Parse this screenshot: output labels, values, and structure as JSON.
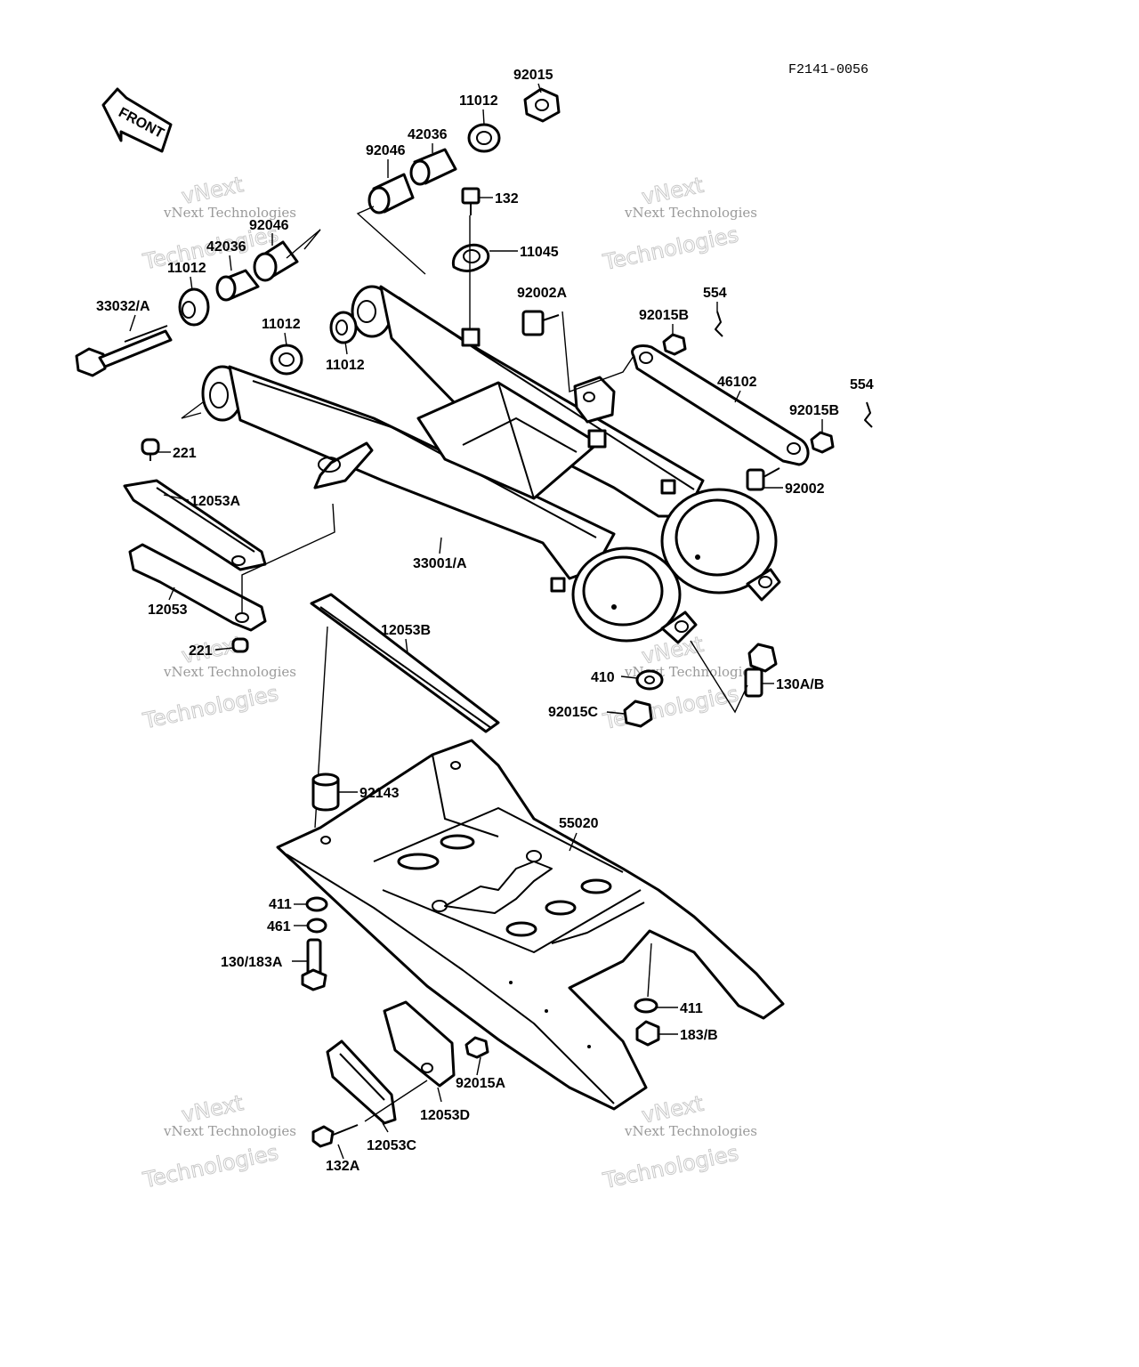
{
  "document_id": "F2141-0056",
  "direction_arrow": {
    "label": "FRONT",
    "icon": "front-arrow-icon"
  },
  "watermark": {
    "line1": "vNext Technologies",
    "line2": "Technologies",
    "line0": "vNext"
  },
  "callouts": [
    {
      "id": "c01",
      "text": "92015"
    },
    {
      "id": "c02",
      "text": "11012"
    },
    {
      "id": "c03",
      "text": "42036"
    },
    {
      "id": "c04",
      "text": "92046"
    },
    {
      "id": "c05",
      "text": "132"
    },
    {
      "id": "c06",
      "text": "92046"
    },
    {
      "id": "c07",
      "text": "42036"
    },
    {
      "id": "c08",
      "text": "11012"
    },
    {
      "id": "c09",
      "text": "11045"
    },
    {
      "id": "c10",
      "text": "33032/A"
    },
    {
      "id": "c11",
      "text": "92002A"
    },
    {
      "id": "c12",
      "text": "554"
    },
    {
      "id": "c13",
      "text": "11012"
    },
    {
      "id": "c14",
      "text": "92015B"
    },
    {
      "id": "c15",
      "text": "11012"
    },
    {
      "id": "c16",
      "text": "46102"
    },
    {
      "id": "c17",
      "text": "554"
    },
    {
      "id": "c18",
      "text": "92015B"
    },
    {
      "id": "c19",
      "text": "221"
    },
    {
      "id": "c20",
      "text": "92002"
    },
    {
      "id": "c21",
      "text": "12053A"
    },
    {
      "id": "c22",
      "text": "33001/A"
    },
    {
      "id": "c23",
      "text": "12053"
    },
    {
      "id": "c24",
      "text": "12053B"
    },
    {
      "id": "c25",
      "text": "221"
    },
    {
      "id": "c26",
      "text": "410"
    },
    {
      "id": "c27",
      "text": "130A/B"
    },
    {
      "id": "c28",
      "text": "92015C"
    },
    {
      "id": "c29",
      "text": "92143"
    },
    {
      "id": "c30",
      "text": "55020"
    },
    {
      "id": "c31",
      "text": "411"
    },
    {
      "id": "c32",
      "text": "461"
    },
    {
      "id": "c33",
      "text": "130/183A"
    },
    {
      "id": "c34",
      "text": "411"
    },
    {
      "id": "c35",
      "text": "183/B"
    },
    {
      "id": "c36",
      "text": "92015A"
    },
    {
      "id": "c37",
      "text": "12053D"
    },
    {
      "id": "c38",
      "text": "12053C"
    },
    {
      "id": "c39",
      "text": "132A"
    }
  ]
}
